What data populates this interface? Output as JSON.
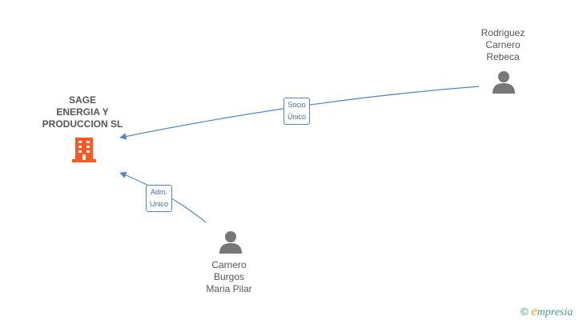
{
  "company": {
    "name_lines": [
      "SAGE",
      "ENERGIA Y",
      "PRODUCCION SL"
    ],
    "icon": "building-icon",
    "color": "#ff5722"
  },
  "persons": [
    {
      "id": "rodriguez",
      "name_lines": [
        "Rodriguez",
        "Carnero",
        "Rebeca"
      ],
      "icon": "person-icon"
    },
    {
      "id": "carnero",
      "name_lines": [
        "Carnero",
        "Burgos",
        "Maria Pilar"
      ],
      "icon": "person-icon"
    }
  ],
  "relations": [
    {
      "from": "rodriguez",
      "to": "company",
      "label_lines": [
        "Socio",
        "Único"
      ]
    },
    {
      "from": "carnero",
      "to": "company",
      "label_lines": [
        "Adm.",
        "Unico"
      ]
    }
  ],
  "colors": {
    "edge": "#4a86d0",
    "person": "#777777",
    "text": "#555555"
  },
  "brand": {
    "copyright": "©",
    "initial": "e",
    "rest": "mpresia"
  }
}
